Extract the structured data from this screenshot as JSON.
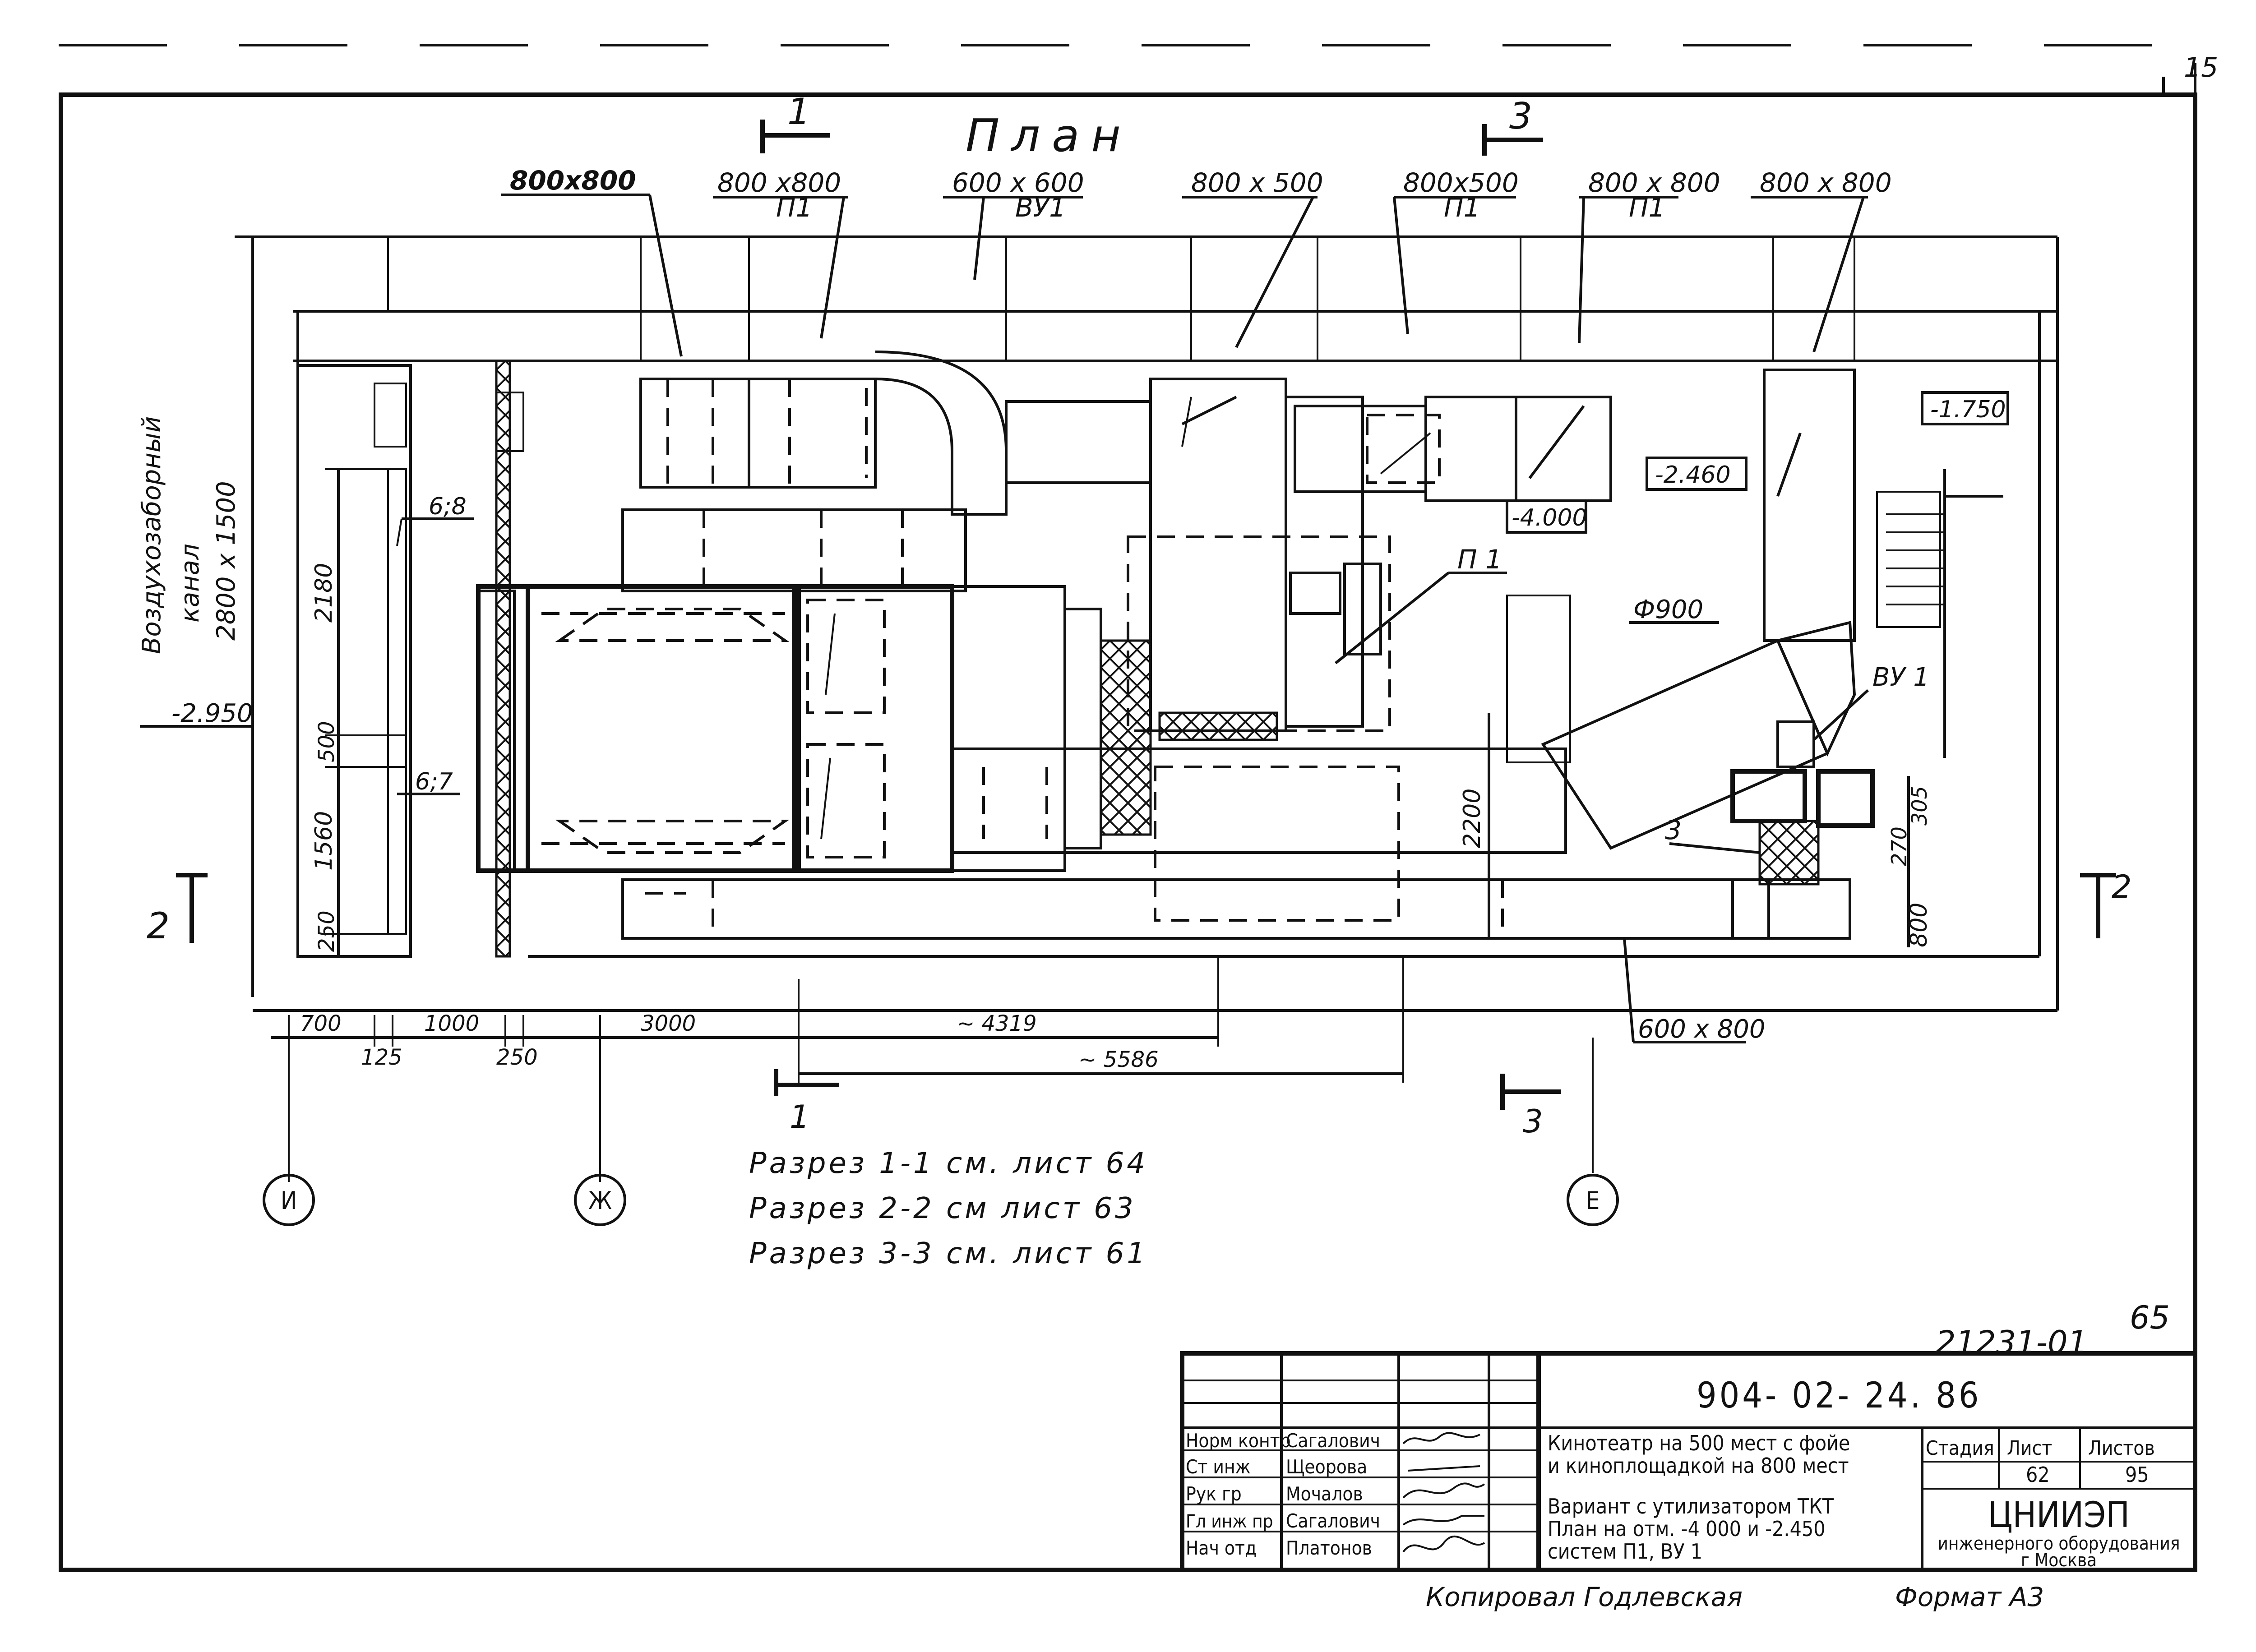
{
  "plan_title": "План",
  "duct_sizes": {
    "d1": "800х800",
    "d2": "800 х800",
    "d2_sub": "П1",
    "d3": "600 х 600",
    "d3_sub": "ВУ1",
    "d4": "800 х 500",
    "d5": "800х500",
    "d5_sub": "П1",
    "d6": "800 х 800",
    "d6_sub": "П1",
    "d7": "800 х 800",
    "bottom": "600 х 800",
    "round": "Ф900"
  },
  "equipment_labels": {
    "p1": "П 1",
    "vu1": "ВУ 1",
    "item3": "3",
    "item618": "6;8",
    "item617": "6;7"
  },
  "levels": {
    "l1": "-1.750",
    "l2": "-2.460",
    "l3": "-4.000",
    "l4": "-2.950"
  },
  "intake_channel": [
    "Воздухозаборный",
    "канал",
    "2800 х 1500"
  ],
  "section_marks": {
    "s1": "1",
    "s2": "2",
    "s3": "3"
  },
  "dimensions": {
    "v2180": "2180",
    "v500": "500",
    "v1560": "1560",
    "v250": "250",
    "v2200": "2200",
    "v270": "270",
    "v305": "305",
    "v800": "800",
    "h700": "700",
    "h125": "125",
    "h1000": "1000",
    "h250": "250",
    "h3000": "3000",
    "h4319": "~ 4319",
    "h5586": "~ 5586"
  },
  "grid_axes": [
    "И",
    "Ж",
    "Е"
  ],
  "section_notes": [
    "Разрез 1-1 см. лист 64",
    "Разрез 2-2 см лист 63",
    "Разрез 3-3 см. лист 61"
  ],
  "page_corner": "15",
  "sheet_number_top": "65",
  "drawing_code": "21231-01",
  "title_block": {
    "doc_number": "904- 02- 24. 86",
    "roles": [
      {
        "role": "Норм контр",
        "name": "Сагалович"
      },
      {
        "role": "Ст инж",
        "name": "Щеорова"
      },
      {
        "role": "Рук гр",
        "name": "Мочалов"
      },
      {
        "role": "Гл инж пр",
        "name": "Сагалович"
      },
      {
        "role": "Нач отд",
        "name": "Платонов"
      }
    ],
    "project": [
      "Кинотеатр на 500 мест с фойе",
      "и кинoплощадкой на 800 мест"
    ],
    "sheet_title": [
      "Вариант с утилизатором ТКТ",
      "План на отм. -4 000 и -2.450",
      "систем П1, ВУ 1"
    ],
    "stage_label": "Стадия",
    "sheet_label": "Лист",
    "sheets_label": "Листов",
    "sheet_value": "62",
    "sheets_value": "95",
    "org_name": "ЦНИИЭП",
    "org_line2": "инженерного оборудования",
    "org_line3": "г Москва"
  },
  "copied_by": "Копировал   Годлевская",
  "format": "Формат А3"
}
